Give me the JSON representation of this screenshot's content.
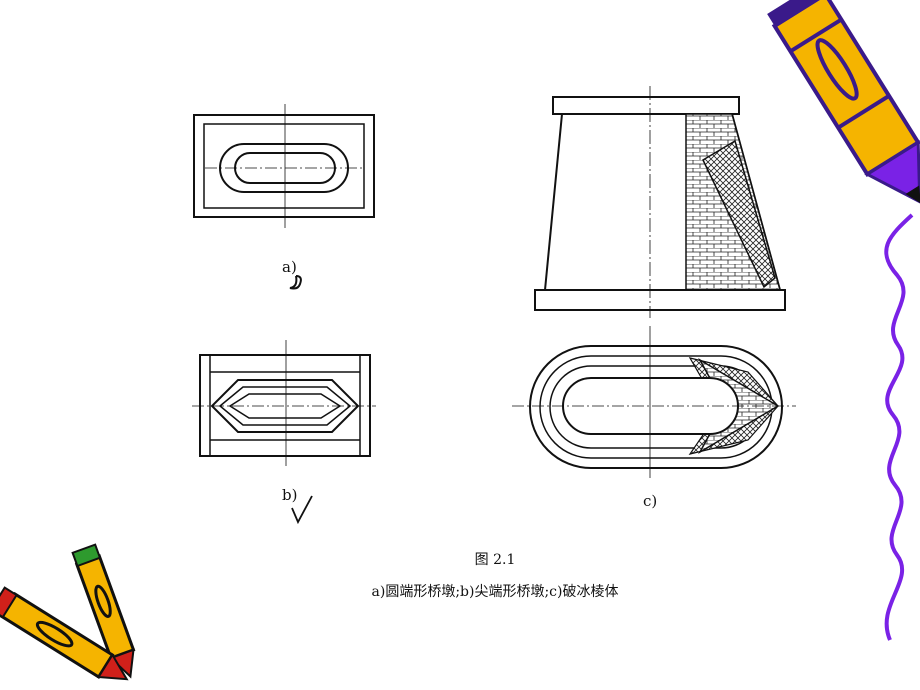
{
  "figure": {
    "label_a": "a)",
    "label_b": "b)",
    "label_c": "c)",
    "caption_title": "图 2.1",
    "caption_text": "a)圆端形桥墩;b)尖端形桥墩;c)破冰棱体"
  },
  "decorations": {
    "left_icon": "crossed-pencils-icon",
    "right_icon": "pencil-icon",
    "border_icon": "purple-wavy-border"
  },
  "colors": {
    "pencil_body": "#f5b400",
    "pencil_accent": "#3a1a8a",
    "pencil_tip_red": "#d0201a",
    "pencil_tip_green": "#2e9a2e",
    "wave_border": "#7a22e6",
    "drawing_ink": "#111111"
  }
}
